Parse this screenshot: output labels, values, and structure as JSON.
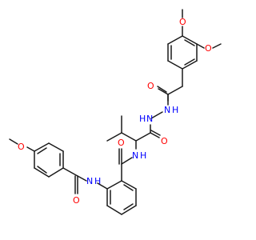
{
  "diagram_type": "chemical-structure",
  "colors": {
    "bond": "#1a1a1a",
    "oxygen": "#ff0000",
    "nitrogen": "#0000ff",
    "background": "#ffffff"
  },
  "atom_labels": {
    "o_methoxy_top": "O",
    "o_methoxy_right": "O",
    "o_hydrazide_carbonyl": "O",
    "nh_hydrazide_1": "H",
    "nh_hydrazide_1_n": "N",
    "nh_hydrazide_2": "N",
    "nh_hydrazide_2_h": "H",
    "o_valine_carbonyl": "O",
    "nh_amide_center": "N",
    "nh_amide_center_h": "H",
    "o_anthranil_carbonyl": "O",
    "nh_anilide": "N",
    "nh_anilide_h": "H",
    "o_methoxy_left": "O",
    "o_benzoyl_carbonyl": "O"
  }
}
